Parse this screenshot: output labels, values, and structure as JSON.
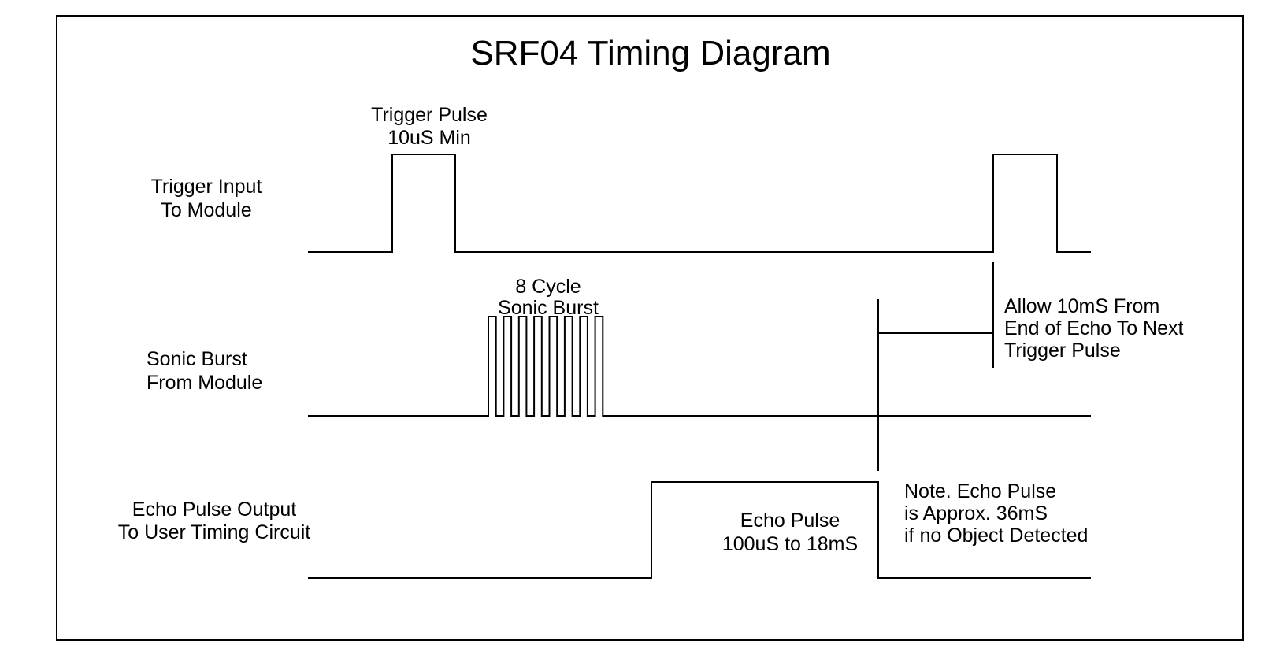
{
  "diagram": {
    "title": "SRF04 Timing Diagram",
    "channels": {
      "trigger": {
        "label_line1": "Trigger Input",
        "label_line2": "To Module"
      },
      "burst": {
        "label_line1": "Sonic Burst",
        "label_line2": "From Module"
      },
      "echo": {
        "label_line1": "Echo Pulse Output",
        "label_line2": "To User Timing Circuit"
      }
    },
    "annotations": {
      "trigger_pulse": {
        "line1": "Trigger Pulse",
        "line2": "10uS Min"
      },
      "sonic_burst": {
        "line1": "8 Cycle",
        "line2": "Sonic Burst"
      },
      "echo_pulse": {
        "line1": "Echo Pulse",
        "line2": "100uS to 18mS"
      },
      "allow_time": {
        "line1": "Allow 10mS From",
        "line2": "End of Echo To Next",
        "line3": "Trigger Pulse"
      },
      "note": {
        "line1": "Note. Echo Pulse",
        "line2": "is Approx. 36mS",
        "line3": "if no Object Detected"
      }
    },
    "burst_cycles": 8
  }
}
